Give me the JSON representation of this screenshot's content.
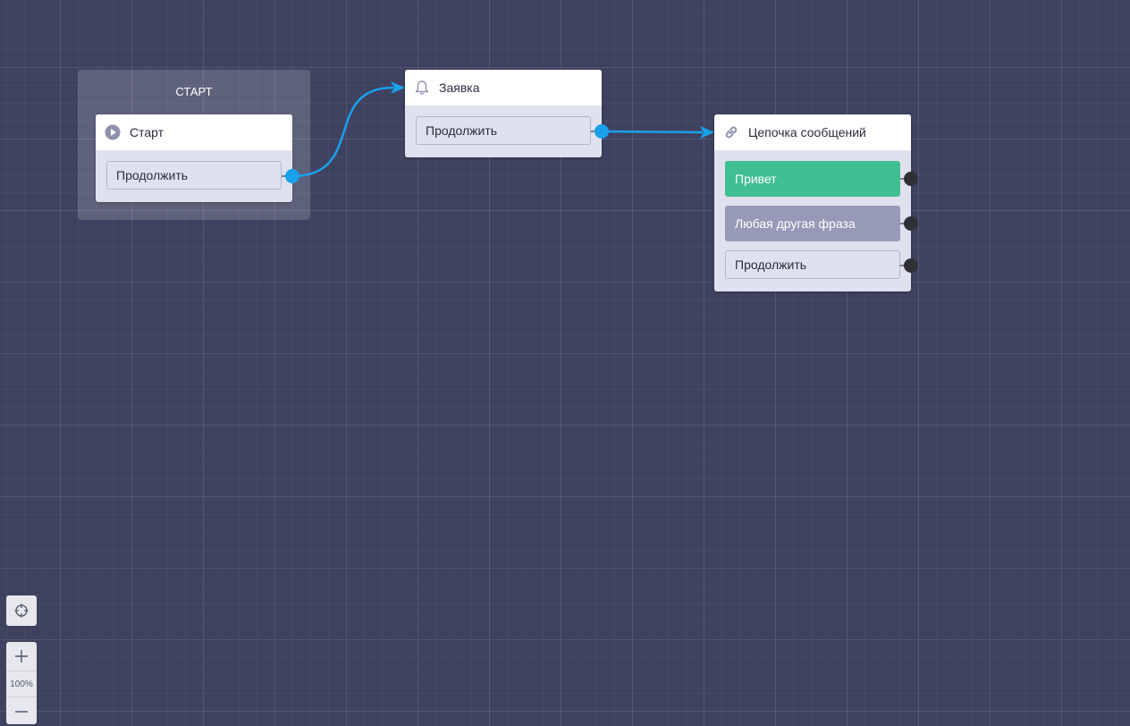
{
  "group": {
    "title": "СТАРТ"
  },
  "nodes": {
    "start": {
      "title": "Старт",
      "icon": "play-circle-icon",
      "options": [
        "Продолжить"
      ]
    },
    "request": {
      "title": "Заявка",
      "icon": "bell-icon",
      "options": [
        "Продолжить"
      ]
    },
    "chain": {
      "title": "Цепочка сообщений",
      "icon": "link-icon",
      "options": [
        "Привет",
        "Любая другая фраза",
        "Продолжить"
      ]
    }
  },
  "zoom": {
    "level": "100%",
    "fit_icon": "crosshair-icon",
    "in_icon": "plus-icon",
    "out_icon": "minus-icon"
  },
  "colors": {
    "canvas": "#3e4260",
    "link": "#1aa1ec",
    "option_green": "#40bf92",
    "option_gray": "#9799b8",
    "port_idle": "#2f3136"
  }
}
